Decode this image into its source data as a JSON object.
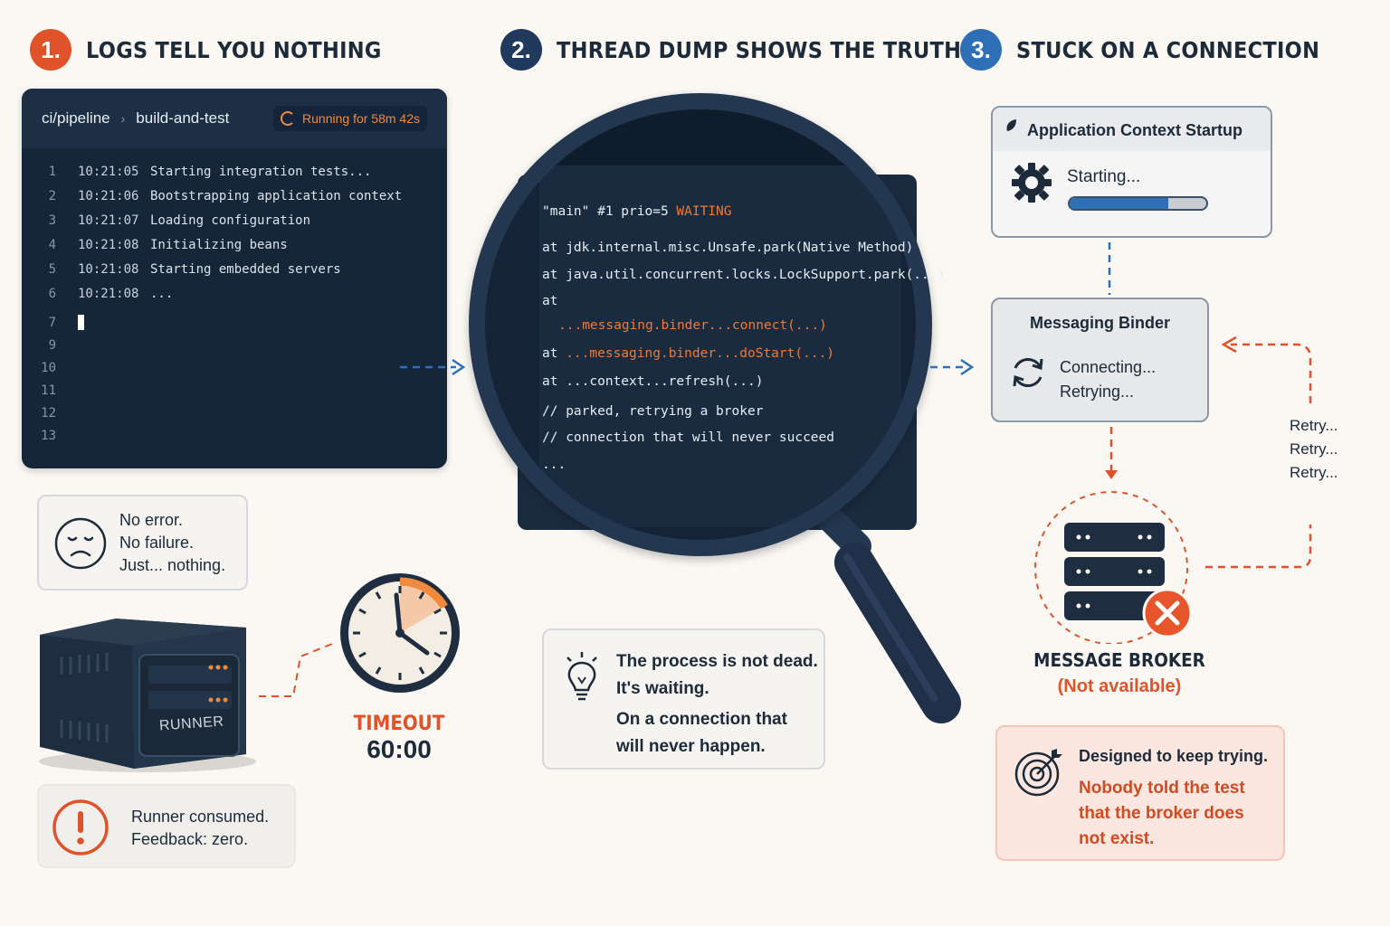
{
  "sections": [
    {
      "number": "1.",
      "title": "LOGS TELL YOU NOTHING"
    },
    {
      "number": "2.",
      "title": "THREAD DUMP SHOWS THE TRUTH"
    },
    {
      "number": "3.",
      "title": "STUCK ON A CONNECTION"
    }
  ],
  "terminal": {
    "path": "ci/pipeline",
    "job": "build-and-test",
    "status": "Running for 58m 42s",
    "lines": [
      {
        "n": "1",
        "time": "10:21:05",
        "text": "Starting integration tests..."
      },
      {
        "n": "2",
        "time": "10:21:06",
        "text": "Bootstrapping application context"
      },
      {
        "n": "3",
        "time": "10:21:07",
        "text": "Loading configuration"
      },
      {
        "n": "4",
        "time": "10:21:08",
        "text": "Initializing beans"
      },
      {
        "n": "5",
        "time": "10:21:08",
        "text": "Starting embedded servers"
      },
      {
        "n": "6",
        "time": "10:21:08",
        "text": "..."
      },
      {
        "n": "7",
        "time": "",
        "text": ""
      },
      {
        "n": "9",
        "time": "",
        "text": ""
      },
      {
        "n": "10",
        "time": "",
        "text": ""
      },
      {
        "n": "11",
        "time": "",
        "text": ""
      },
      {
        "n": "12",
        "time": "",
        "text": ""
      },
      {
        "n": "13",
        "time": "",
        "text": ""
      }
    ]
  },
  "no_error_card": {
    "l1": "No error.",
    "l2": "No failure.",
    "l3": "Just... nothing."
  },
  "runner": {
    "label": "RUNNER"
  },
  "runner_card": {
    "l1": "Runner consumed.",
    "l2": "Feedback: zero."
  },
  "timeout": {
    "title": "TIMEOUT",
    "value": "60:00"
  },
  "thread_dump": {
    "thread": "\"main\" #1 prio=5 ",
    "state": "WAITING",
    "f1": "at jdk.internal.misc.Unsafe.park(Native Method)",
    "f2": "at java.util.concurrent.locks.LockSupport.park(...)",
    "f3": "at",
    "f3b": "...messaging.binder...connect(...)",
    "f4a": "at ",
    "f4b": "...messaging.binder...doStart(...)",
    "f5": "at ...context...refresh(...)",
    "c1": "// parked, retrying a broker",
    "c2": "// connection that will never succeed",
    "end": "..."
  },
  "insight_card": {
    "l1": "The process is not dead.",
    "l2": "It's waiting.",
    "l3": "On a connection that",
    "l4": "will never happen."
  },
  "app_context": {
    "title": "Application Context Startup",
    "status": "Starting...",
    "progress": 0.72
  },
  "binder": {
    "title": "Messaging Binder",
    "s1": "Connecting...",
    "s2": "Retrying..."
  },
  "retries": [
    "Retry...",
    "Retry...",
    "Retry..."
  ],
  "broker": {
    "title": "MESSAGE BROKER",
    "sub": "(Not available)"
  },
  "design_card": {
    "l1": "Designed to keep trying.",
    "l2": "Nobody told the test",
    "l3": "that the broker does",
    "l4": "not exist."
  },
  "colors": {
    "orange": "#e0532a",
    "navy": "#1f3a5c",
    "blue": "#2f6fb5"
  }
}
